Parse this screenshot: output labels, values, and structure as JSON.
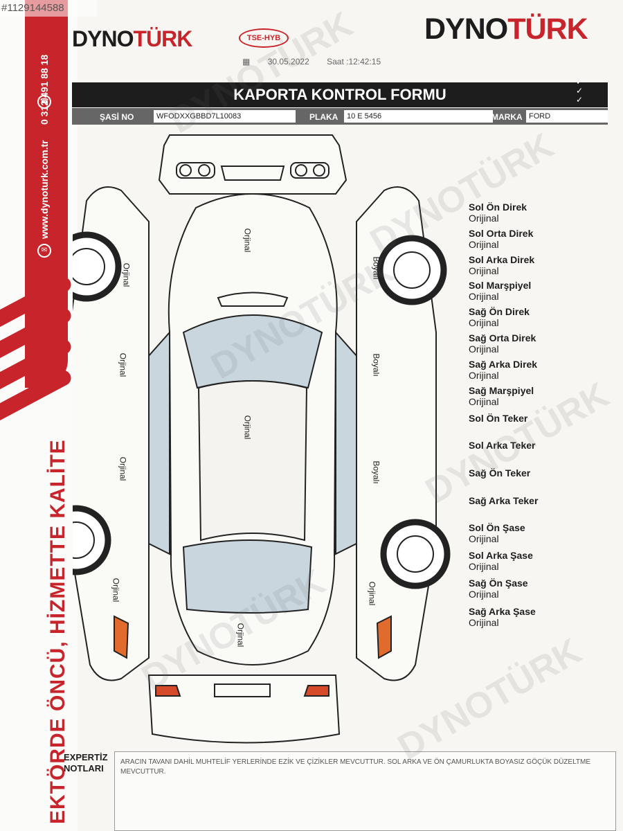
{
  "watermark_id": "#1129144588",
  "brand": {
    "left_logo_dark": "DYNO",
    "left_logo_red": "TÜRK",
    "right_logo_dark": "DYNO",
    "right_logo_red": "TÜRK",
    "badge": "TSE-HYB",
    "phone": "0 312 491 88 18",
    "website": "www.dynoturk.com.tr",
    "slogan": "EKTÖRDE ÖNCÜ, HİZMETTE KALİTE",
    "accent_color": "#c8242b"
  },
  "form": {
    "date": "30.05.2022",
    "time": "Saat :12:42:15",
    "title": "KAPORTA KONTROL FORMU",
    "chassis_label": "ŞASİ NO",
    "chassis_value": "WFODXXGBBD7L10083",
    "plate_label": "PLAKA",
    "plate_value": "10 E 5456",
    "brand_label": "MARKA",
    "brand_value": "FORD"
  },
  "panels": {
    "hood": "Orjinal",
    "roof": "Orjinal",
    "trunk": "Orjinal",
    "left_front_fender": "Orjinal",
    "left_front_door": "Orjinal",
    "left_rear_door": "Orjinal",
    "left_rear_fender": "Orjinal",
    "right_front_fender": "Boyalı",
    "right_front_door": "Boyalı",
    "right_rear_door": "Boyalı",
    "right_rear_fender": "Orjinal"
  },
  "status": [
    {
      "name": "Sol Ön Direk",
      "value": "Orijinal"
    },
    {
      "name": "Sol Orta Direk",
      "value": "Orijinal"
    },
    {
      "name": "Sol Arka Direk",
      "value": "Orijinal"
    },
    {
      "name": "Sol Marşpiyel",
      "value": "Orijinal"
    },
    {
      "name": "Sağ Ön Direk",
      "value": "Orijinal"
    },
    {
      "name": "Sağ Orta Direk",
      "value": "Orijinal"
    },
    {
      "name": "Sağ Arka Direk",
      "value": "Orijinal"
    },
    {
      "name": "Sağ Marşpiyel",
      "value": "Orijinal"
    },
    {
      "name": "Sol Ön Teker",
      "value": ""
    },
    {
      "name": "Sol Arka Teker",
      "value": ""
    },
    {
      "name": "Sağ Ön Teker",
      "value": ""
    },
    {
      "name": "Sağ Arka Teker",
      "value": ""
    },
    {
      "name": "Sol Ön Şase",
      "value": "Orijinal"
    },
    {
      "name": "Sol Arka Şase",
      "value": "Orijinal"
    },
    {
      "name": "Sağ Ön Şase",
      "value": "Orijinal"
    },
    {
      "name": "Sağ Arka Şase",
      "value": "Orijinal"
    }
  ],
  "notes": {
    "label_line1": "EXPERTİZ",
    "label_line2": "NOTLARI",
    "text": "ARACIN TAVANI DAHİL MUHTELİF YERLERİNDE EZİK VE ÇİZİKLER MEVCUTTUR. SOL ARKA ve ÖN ÇAMURLUKTA BOYASIZ GÖÇÜK DÜZELTME MEVCUTTUR."
  }
}
